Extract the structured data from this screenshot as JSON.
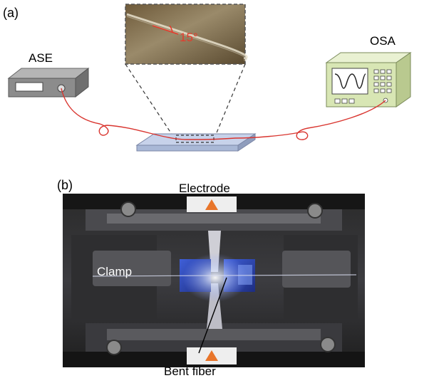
{
  "panel_a": {
    "label": "(a)",
    "source_label": "ASE",
    "analyzer_label": "OSA",
    "bend_angle": "15°"
  },
  "panel_b": {
    "label": "(b)",
    "electrode_label": "Electrode",
    "clamp_label": "Clamp",
    "fiber_label": "Bent fiber"
  },
  "colors": {
    "fiber": "#d9352f",
    "slide": "#a9b8d6",
    "osa_body": "#d8e6b4",
    "ase_body": "#8c8c8c",
    "arrow_red": "#e53a2c"
  }
}
